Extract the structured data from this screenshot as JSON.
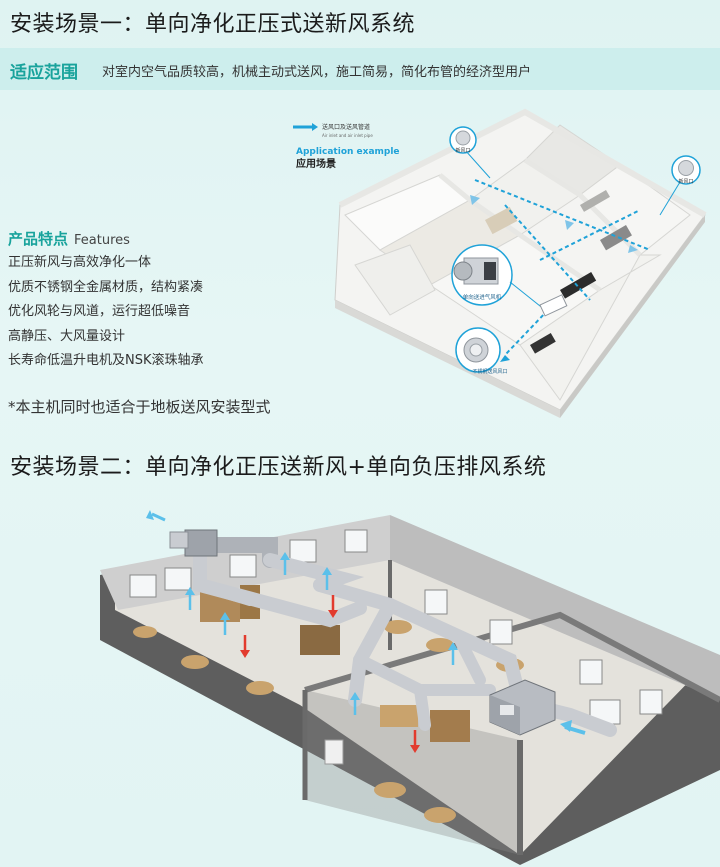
{
  "scene1": {
    "title": "安装场景一：单向净化正压式送新风系统",
    "scope_label": "适应范围",
    "scope_text": "对室内空气品质较高，机械主动式送风，施工简易，简化布管的经济型用户",
    "features_title": "产品特点",
    "features_title_en": "Features",
    "features": [
      "正压新风与高效净化一体",
      "优质不锈钢全金属材质，结构紧凑",
      "优化风轮与风道，运行超低噪音",
      "高静压、大风量设计",
      "长寿命低温升电机及NSK滚珠轴承"
    ],
    "note": "*本主机同时也适合于地板送风安装型式",
    "diagram": {
      "legend_text": "送风口及送风管道",
      "legend_sub": "Air inlet and air inlet pipe",
      "app_title_en": "Application example",
      "app_title_cn": "应用场景",
      "label_vent_a": "新风口",
      "label_vent_b": "新风口",
      "label_fan": "单向送进气风机",
      "label_outlet": "不锈钢送风风口",
      "accent_color": "#1fa2d8"
    }
  },
  "scene2": {
    "title": "安装场景二：单向净化正压送新风+单向负压排风系统",
    "colors": {
      "supply": "#5bc0ea",
      "exhaust": "#e23b2e",
      "duct": "#c9ccd1"
    }
  }
}
